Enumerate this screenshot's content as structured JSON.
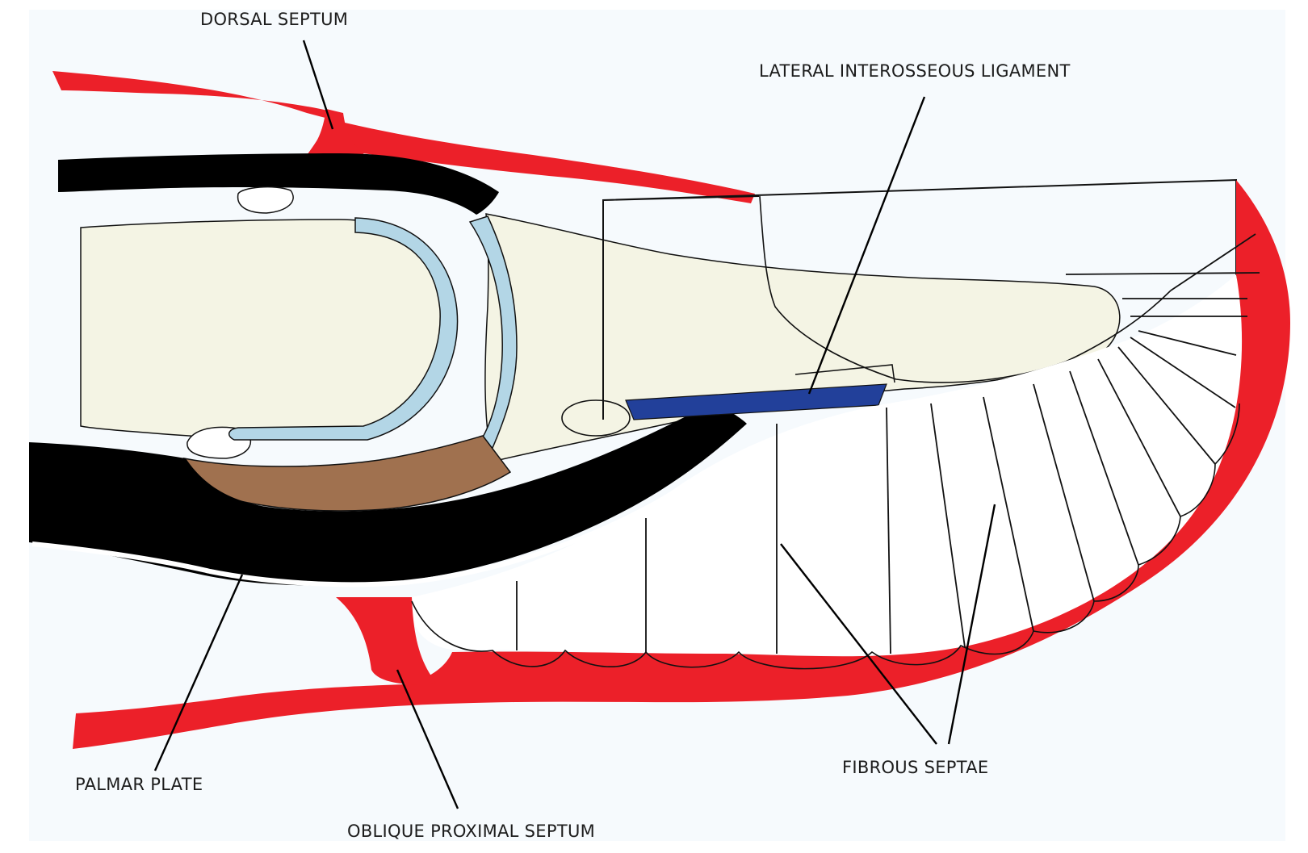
{
  "labels": {
    "dorsal_septum": "DORSAL SEPTUM",
    "lateral_interosseous_ligament": "LATERAL INTEROSSEOUS LIGAMENT",
    "fibrous_septae": "FIBROUS SEPTAE",
    "palmar_plate": "PALMAR PLATE",
    "oblique_proximal_septum": "OBLIQUE PROXIMAL SEPTUM"
  },
  "colors": {
    "background": "#f6fafd",
    "septum": "#ec2029",
    "tendon": "#000000",
    "bone": "#f4f4e4",
    "cartilage": "#b3d6e6",
    "palmar_plate": "#a0714f",
    "ligament": "#22409a",
    "outline": "#111111",
    "leader": "#000000"
  }
}
